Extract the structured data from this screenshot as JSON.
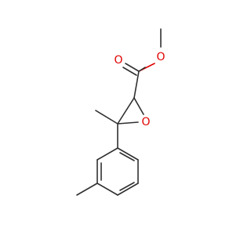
{
  "molecule": {
    "atoms": {
      "ester_carbonyl_oxygen": {
        "symbol": "O",
        "color": "#e00000"
      },
      "ester_ether_oxygen": {
        "symbol": "O",
        "color": "#e00000"
      },
      "epoxide_oxygen": {
        "symbol": "O",
        "color": "#e00000"
      }
    }
  }
}
